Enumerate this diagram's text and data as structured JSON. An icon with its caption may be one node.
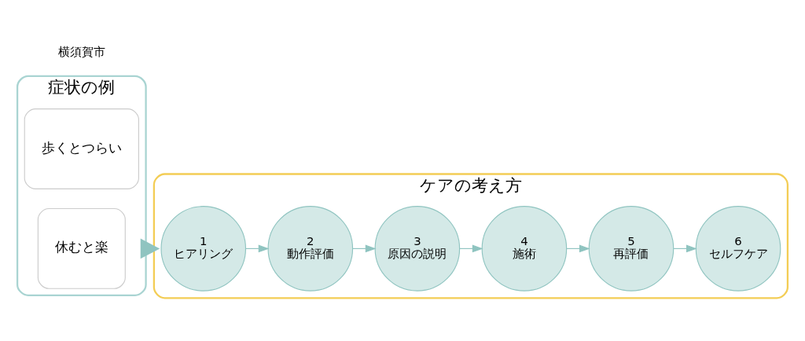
{
  "diagram": {
    "nodes": [
      {
        "text": [
          "症状の例"
        ]
      },
      {
        "text": [
          "歩くとつらい"
        ],
        "in": 0
      },
      {
        "text": [
          "休むと楽"
        ],
        "in": 0
      },
      {
        "text": [
          "ケアの考え方"
        ]
      },
      {
        "text": [
          "1",
          "ヒアリング"
        ],
        "in": 3
      },
      {
        "text": [
          "2",
          "動作評価"
        ],
        "in": 3
      },
      {
        "text": [
          "3",
          "原因の説明"
        ],
        "in": 3
      },
      {
        "text": [
          "4",
          "施術"
        ],
        "in": 3
      },
      {
        "text": [
          "5",
          "再評価"
        ],
        "in": 3
      },
      {
        "text": [
          "6",
          "セルフケア"
        ],
        "in": 3
      }
    ],
    "edges": [
      {
        "from": 0,
        "to": 3,
        "arrow": "to",
        "style": "thick"
      },
      {
        "from": 4,
        "to": 5,
        "arrow": "to"
      },
      {
        "from": 5,
        "to": 6,
        "arrow": "to"
      },
      {
        "from": 6,
        "to": 7,
        "arrow": "to"
      },
      {
        "from": 7,
        "to": 8,
        "arrow": "to"
      },
      {
        "from": 8,
        "to": 9,
        "arrow": "to"
      }
    ],
    "labels": [
      "横須賀市"
    ]
  }
}
